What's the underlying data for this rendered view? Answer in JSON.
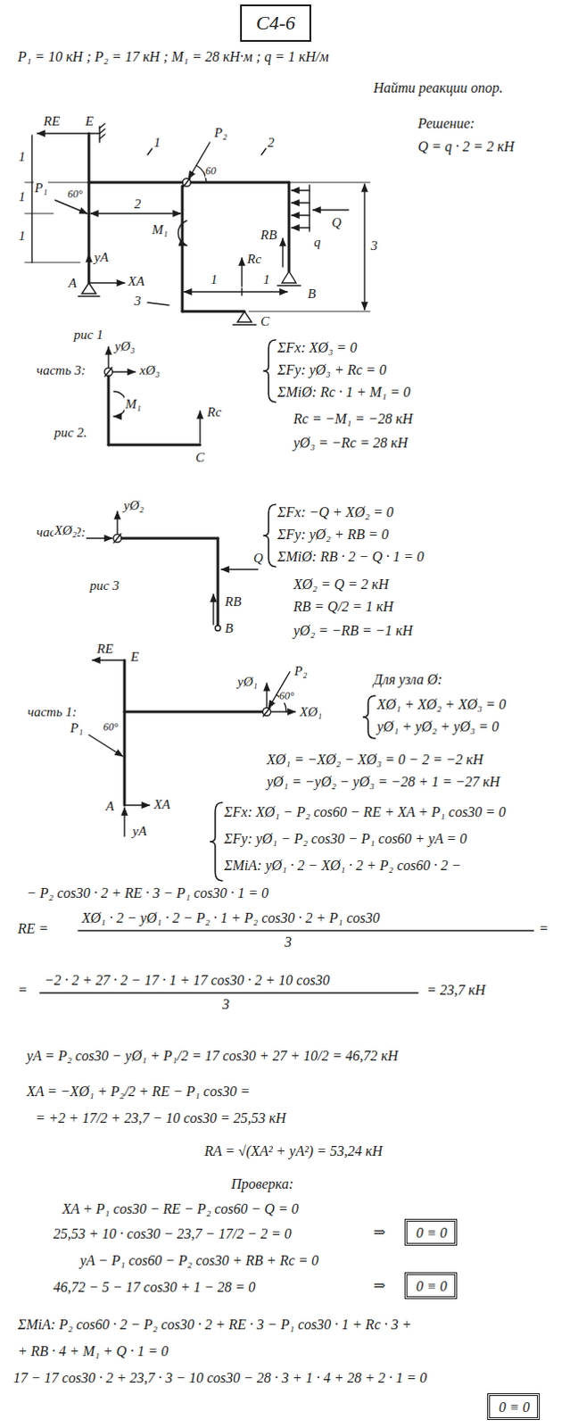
{
  "diagram": {
    "nodes": [
      {
        "text": [
          "C4-6"
        ]
      },
      {
        "text": [
          "0 ≡ 0"
        ]
      },
      {
        "text": [
          "0 ≡ 0"
        ]
      },
      {
        "text": [
          "0 ≡ 0"
        ]
      }
    ],
    "labels": [
      "P₁ = 10 кН ; P₂ = 17 кН ; M₁ = 28 кН·м ; q = 1 кН/м",
      "Найти реакции опор.",
      "Решение:",
      "Q = q · 2 = 2 кН",
      "E",
      "RE",
      "1",
      "1",
      "1",
      "P₁",
      "60°",
      "2",
      "M₁",
      "yA",
      "XA",
      "A",
      "рис 1",
      "1",
      "2",
      "P₂",
      "60",
      "q",
      "Q",
      "RB",
      "Rc",
      "1",
      "1",
      "B",
      "3",
      "3",
      "C",
      "часть 3:",
      "yØ₃",
      "xØ₃",
      "M₁",
      "Rc",
      "C",
      "рис 2.",
      "ΣFx: XØ₃ = 0",
      "ΣFy: yØ₃ + Rc = 0",
      "ΣMiØ: Rc · 1 + M₁ = 0",
      "Rc = −M₁ = −28 кН",
      "yØ₃ = −Rc = 28 кН",
      "часть 2:",
      "yØ₂",
      "XØ₂",
      "Q",
      "RB",
      "B",
      "рис 3",
      "ΣFx: −Q + XØ₂ = 0",
      "ΣFy: yØ₂ + RB = 0",
      "ΣMiØ: RB · 2 − Q · 1 = 0",
      "XØ₂ = Q = 2 кН",
      "RB = Q/2 = 1 кН",
      "yØ₂ = −RB = −1 кН",
      "RE",
      "E",
      "часть 1:",
      "yØ₁",
      "P₂",
      "60°",
      "XØ₁",
      "P₁",
      "60°",
      "A",
      "XA",
      "yA",
      "Для узла Ø:",
      "XØ₁ + XØ₂ + XØ₃ = 0",
      "yØ₁ + yØ₂ + yØ₃ = 0",
      "XØ₁ = −XØ₂ − XØ₃ = 0 − 2 = −2 кН",
      "yØ₁ = −yØ₂ − yØ₃ = −28 + 1 = −27 кН",
      "ΣFx: XØ₁ − P₂ cos60 − RE + XA + P₁ cos30 = 0",
      "ΣFy: yØ₁ − P₂ cos30 − P₁ cos60 + yA = 0",
      "ΣMiA: yØ₁ · 2 − XØ₁ · 2 + P₂ cos60 · 2 −",
      "− P₂ cos30 · 2 + RE · 3 − P₁ cos30 · 1 = 0",
      "RE =",
      "XØ₁ · 2 − yØ₁ · 2 − P₂ · 1 + P₂ cos30 · 2 + P₁ cos30",
      "3",
      "=",
      "=",
      "−2 · 2 + 27 · 2 − 17 · 1 + 17 cos30 · 2 + 10 cos30",
      "3",
      "= 23,7 кН",
      "yA = P₂ cos30 − yØ₁ + P₁/2 = 17 cos30 + 27 + 10/2 = 46,72 кН",
      "XA = −XØ₁ + P₂/2 + RE − P₁ cos30 =",
      "= +2 + 17/2 + 23,7 − 10 cos30 = 25,53 кН",
      "RA = √(XA² + yA²) = 53,24 кН",
      "Проверка:",
      "XA + P₁ cos30 − RE − P₂ cos60 − Q = 0",
      "25,53 + 10 · cos30 − 23,7 − 17/2 − 2 = 0",
      "⇒",
      "yA − P₁ cos60 − P₂ cos30 + RB + Rc = 0",
      "46,72 − 5 − 17 cos30 + 1 − 28 = 0",
      "⇒",
      "ΣMiA: P₂ cos60 · 2 − P₂ cos30 · 2 + RE · 3 − P₁ cos30 · 1 + Rc · 3 +",
      "+ RB · 4 + M₁ + Q · 1 = 0",
      "17 − 17 cos30 · 2 + 23,7 · 3 − 10 cos30 − 28 · 3 + 1 · 4 + 28 + 2 · 1 = 0"
    ]
  }
}
